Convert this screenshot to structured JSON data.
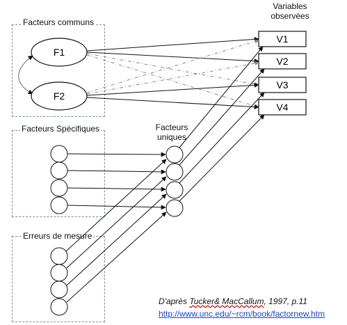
{
  "groups": {
    "common_factors": "Facteurs communs",
    "specific_factors": "Facteurs Spécifiques",
    "measurement_errors": "Erreurs de mesure"
  },
  "labels": {
    "observed_variables": "Variables\nobservées",
    "unique_factors": "Facteurs\nuniques"
  },
  "factors": [
    "F1",
    "F2"
  ],
  "variables": [
    "V1",
    "V2",
    "V3",
    "V4"
  ],
  "citation": {
    "prefix": "D'après ",
    "authors": "Tucker& MacCallum",
    "suffix": ", 1997, p.11",
    "url": "http://www.unc.edu/~rcm/book/factornew.htm"
  },
  "colors": {
    "line": "#111111",
    "dashed_line": "#8a8a8a",
    "group_border": "#7a8aa0",
    "link": "#1a44c8"
  }
}
